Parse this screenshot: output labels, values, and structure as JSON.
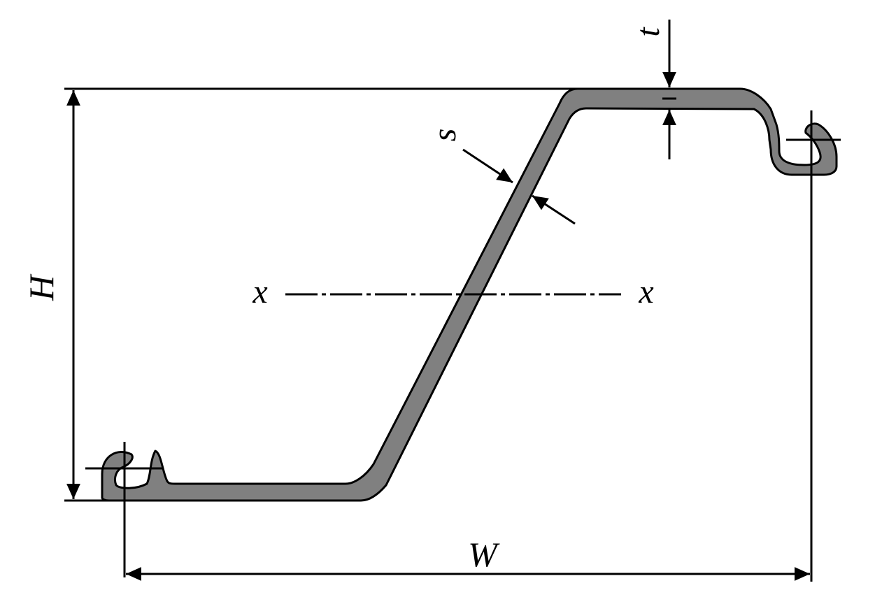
{
  "labels": {
    "height": "H",
    "width": "W",
    "flange_thickness": "t",
    "web_thickness": "s",
    "axis_left": "x",
    "axis_right": "x"
  },
  "colors": {
    "profile_fill": "#808080",
    "line": "#000000",
    "background": "#ffffff"
  }
}
